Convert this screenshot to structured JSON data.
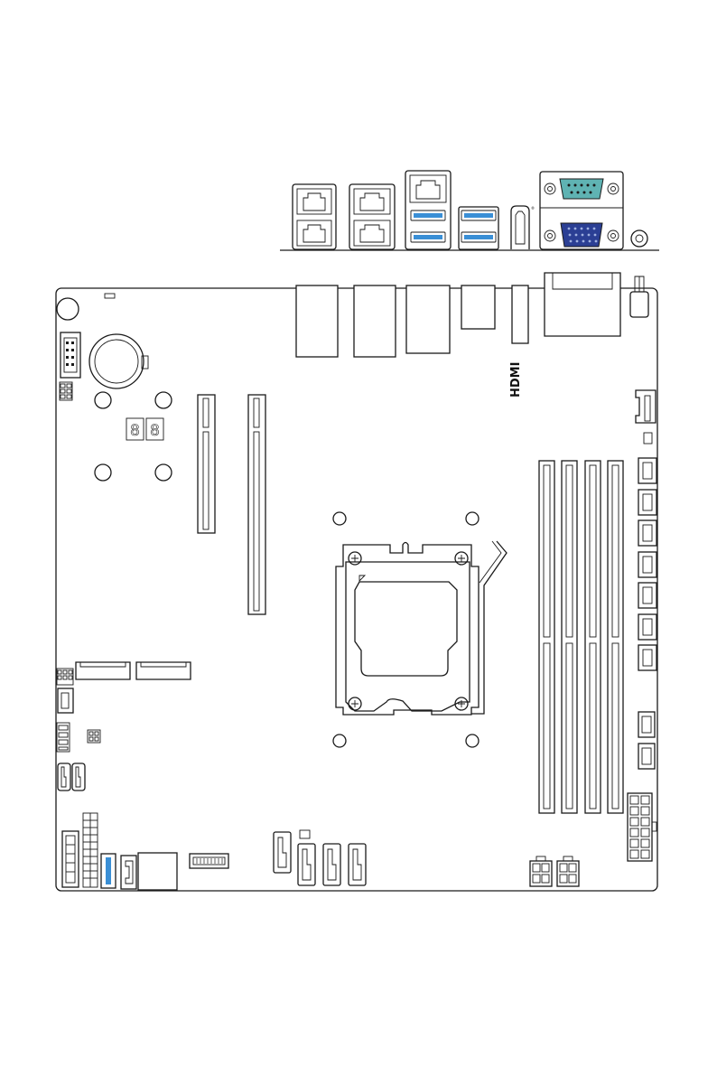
{
  "diagram": {
    "io_panel": {
      "ports": [
        "lan-port-1",
        "lan-port-2",
        "lan-usb-combo",
        "usb-3-stack",
        "hdmi-port",
        "serial-vga-stack",
        "audio-jack"
      ],
      "colors": {
        "serial_port": "#5fb3b3",
        "vga_port": "#2b3f94",
        "usb3_blue": "#3a8fd6",
        "sata_header": "#3a8fd6"
      }
    },
    "board": {
      "hdmi_logo_text": "HDMI",
      "debug_display_digits": [
        "8",
        "8"
      ]
    }
  }
}
